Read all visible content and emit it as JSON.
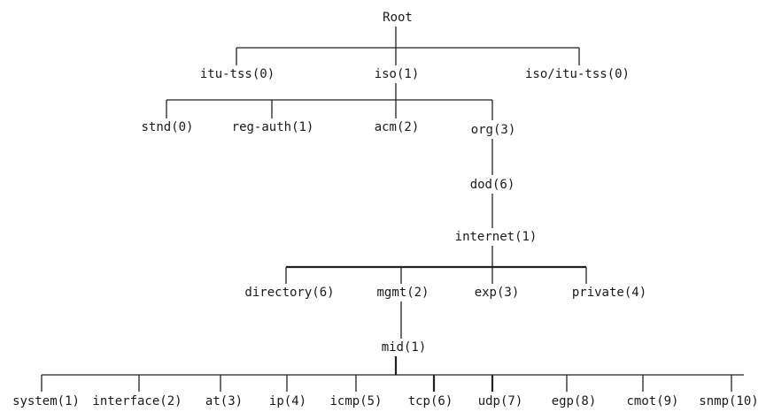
{
  "diagram": {
    "type": "tree",
    "colors": {
      "line": "#222222",
      "text": "#1a1a1a",
      "background": "#ffffff"
    },
    "nodes": {
      "root": {
        "label": "Root"
      },
      "itu_tss": {
        "label": "itu-tss(0)"
      },
      "iso": {
        "label": "iso(1)"
      },
      "iso_itu": {
        "label": "iso/itu-tss(0)"
      },
      "stnd": {
        "label": "stnd(0)"
      },
      "reg_auth": {
        "label": "reg-auth(1)"
      },
      "acm": {
        "label": "acm(2)"
      },
      "org": {
        "label": "org(3)"
      },
      "dod": {
        "label": "dod(6)"
      },
      "internet": {
        "label": "internet(1)"
      },
      "directory": {
        "label": "directory(6)"
      },
      "mgmt": {
        "label": "mgmt(2)"
      },
      "exp": {
        "label": "exp(3)"
      },
      "private": {
        "label": "private(4)"
      },
      "mib": {
        "label": "mid(1)"
      },
      "system": {
        "label": "system(1)"
      },
      "interface": {
        "label": "interface(2)"
      },
      "at": {
        "label": "at(3)"
      },
      "ip": {
        "label": "ip(4)"
      },
      "icmp": {
        "label": "icmp(5)"
      },
      "tcp": {
        "label": "tcp(6)"
      },
      "udp": {
        "label": "udp(7)"
      },
      "egp": {
        "label": "egp(8)"
      },
      "cmot": {
        "label": "cmot(9)"
      },
      "snmp": {
        "label": "snmp(10)"
      }
    },
    "edges": [
      {
        "parent": "root",
        "children": [
          "itu_tss",
          "iso",
          "iso_itu"
        ]
      },
      {
        "parent": "iso",
        "children": [
          "stnd",
          "reg_auth",
          "acm",
          "org"
        ]
      },
      {
        "parent": "org",
        "children": [
          "dod"
        ]
      },
      {
        "parent": "dod",
        "children": [
          "internet"
        ]
      },
      {
        "parent": "internet",
        "children": [
          "directory",
          "mgmt",
          "exp",
          "private"
        ]
      },
      {
        "parent": "mgmt",
        "children": [
          "mib"
        ]
      },
      {
        "parent": "mib",
        "children": [
          "system",
          "interface",
          "at",
          "ip",
          "icmp",
          "tcp",
          "udp",
          "egp",
          "cmot",
          "snmp"
        ]
      }
    ]
  }
}
